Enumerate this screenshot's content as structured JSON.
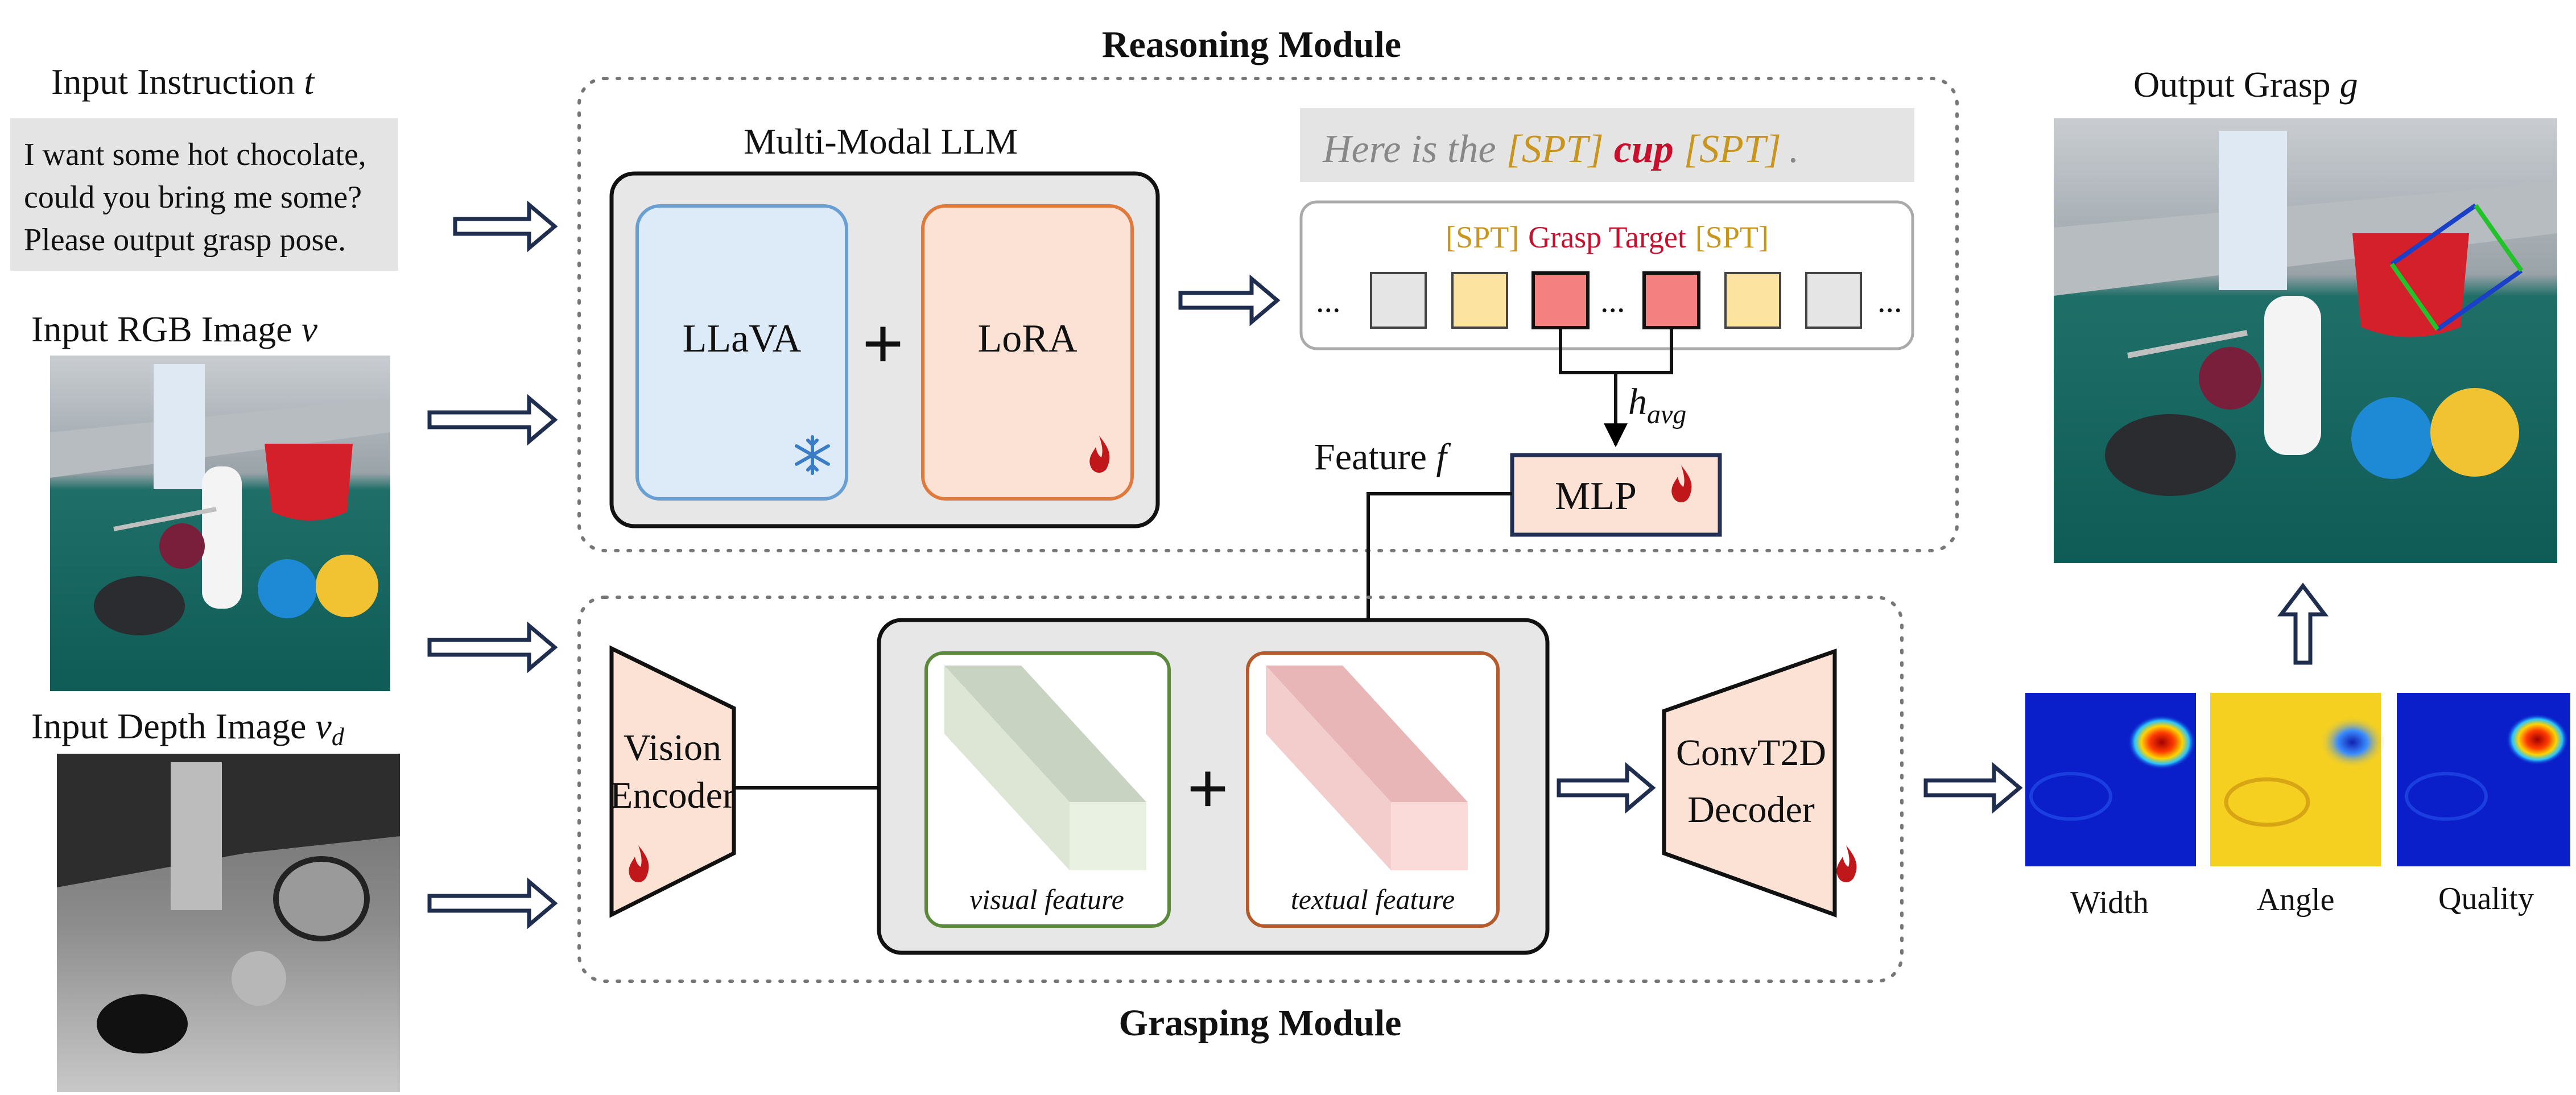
{
  "inputs": {
    "instruction_title": "Input Instruction",
    "instruction_var": "t",
    "instruction_lines": [
      "I want some hot chocolate,",
      "could you bring me some?",
      "Please output grasp pose."
    ],
    "rgb_title": "Input RGB Image",
    "rgb_var": "v",
    "depth_title": "Input Depth Image",
    "depth_var": "v",
    "depth_sub": "d"
  },
  "reasoning": {
    "title": "Reasoning Module",
    "llm_title": "Multi-Modal LLM",
    "llava": "LLaVA",
    "lora": "LoRA",
    "plus": "+",
    "response": {
      "prefix": "Here is the",
      "tag_open": "[SPT]",
      "target": "cup",
      "tag_close": "[SPT]",
      "suffix": "."
    },
    "tokens_header": {
      "tag_left": "[SPT]",
      "target": "Grasp Target",
      "tag_right": "[SPT]"
    },
    "ellipsis": "...",
    "havg": "h",
    "havg_sub": "avg",
    "feature_label": "Feature",
    "feature_var": "f",
    "mlp": "MLP"
  },
  "grasping": {
    "title": "Grasping Module",
    "encoder_line1": "Vision",
    "encoder_line2": "Encoder",
    "visual_feature": "visual  feature",
    "textual_feature": "textual  feature",
    "plus": "+",
    "decoder_line1": "ConvT2D",
    "decoder_line2": "Decoder"
  },
  "outputs": {
    "title": "Output Grasp",
    "var": "g",
    "maps": [
      "Width",
      "Angle",
      "Quality"
    ]
  },
  "colors": {
    "navy_arrow": "#1f2d4f",
    "llava_fill": "#ddeaf7",
    "llava_border": "#6a9fd4",
    "lora_fill": "#fbe2d4",
    "lora_border": "#e07a3c",
    "module_panel": "#e7e7e7",
    "spt_gold": "#c8961e",
    "target_red": "#c8102e",
    "token_gray": "#e5e5e5",
    "token_yellow": "#fde3a0",
    "token_red": "#f48080",
    "mlp_fill": "#fbe2d4",
    "mlp_border": "#223055",
    "visual_border": "#5b8a3a",
    "textual_border": "#b55a2a"
  },
  "icons": [
    "snowflake-icon",
    "flame-icon",
    "arrow-right-icon",
    "arrow-up-icon"
  ]
}
